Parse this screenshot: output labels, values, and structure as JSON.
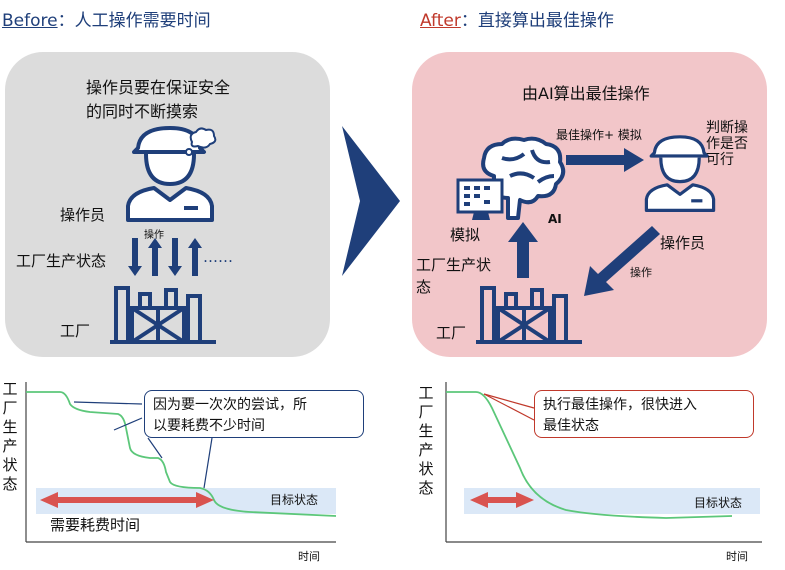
{
  "before": {
    "label": "Before",
    "colon": "：",
    "title": "人工操作需要时间",
    "panel_text_1": "操作员要在保证安全",
    "panel_text_2": "的同时不断摸索",
    "operator": "操作员",
    "operation": "操作",
    "plant_state": "工厂生产状态",
    "dots": "……",
    "factory": "工厂",
    "callout_1": "因为要一次次的尝试，所",
    "callout_2": "以要耗费不少时间",
    "target_state": "目标状态",
    "time_needed": "需要耗费时间",
    "y_axis": [
      "工",
      "厂",
      "生",
      "产",
      "状",
      "态"
    ],
    "x_axis": "时间"
  },
  "after": {
    "label": "After",
    "colon": "：",
    "title": "直接算出最佳操作",
    "panel_text": "由AI算出最佳操作",
    "best_plus_sim": "最佳操作+ 模拟",
    "judge_1": "判断操",
    "judge_2": "作是否",
    "judge_3": "可行",
    "ai": "AI",
    "simulation": "模拟",
    "operator": "操作员",
    "operation": "操作",
    "plant_state_1": "工厂生产状",
    "plant_state_2": "态",
    "factory": "工厂",
    "callout_1": "执行最佳操作，很快进入",
    "callout_2": "最佳状态",
    "target_state": "目标状态",
    "y_axis": [
      "工",
      "厂",
      "生",
      "产",
      "状",
      "态"
    ],
    "x_axis": "时间"
  },
  "colors": {
    "navy": "#1f3f7a",
    "red_label": "#c0392b",
    "gray_panel": "#dcdcdc",
    "pink_panel": "#f2c6c9",
    "curve": "#5cc77a",
    "target_band": "#dbe8f7",
    "double_arrow": "#d9534f"
  },
  "icons": [
    "operator-icon",
    "thought-bubble-icon",
    "factory-icon",
    "brain-icon",
    "computer-monitor-icon",
    "big-right-arrow-icon"
  ]
}
